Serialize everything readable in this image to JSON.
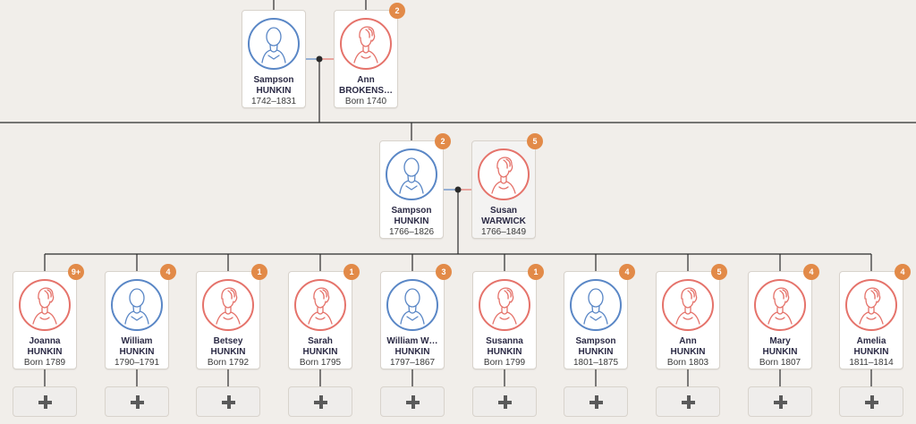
{
  "colors": {
    "male": "#5a87c6",
    "female": "#e5736b",
    "badge": "#e28a48",
    "line": "#2b2b2b",
    "background": "#f1eeea"
  },
  "icons": {
    "avatar_male": "male-silhouette-icon",
    "avatar_female": "female-silhouette-icon",
    "add": "plus-icon"
  },
  "grandparents": [
    {
      "first": "Sampson",
      "last": "HUNKIN",
      "dates": "1742–1831",
      "gender": "male",
      "badge": ""
    },
    {
      "first": "Ann",
      "last": "BROKENS…",
      "dates": "Born 1740",
      "gender": "female",
      "badge": "2"
    }
  ],
  "parents": [
    {
      "first": "Sampson",
      "last": "HUNKIN",
      "dates": "1766–1826",
      "gender": "male",
      "badge": "2"
    },
    {
      "first": "Susan",
      "last": "WARWICK",
      "dates": "1766–1849",
      "gender": "female",
      "badge": "5"
    }
  ],
  "children": [
    {
      "first": "Joanna",
      "last": "HUNKIN",
      "dates": "Born 1789",
      "gender": "female",
      "badge": "9+"
    },
    {
      "first": "William",
      "last": "HUNKIN",
      "dates": "1790–1791",
      "gender": "male",
      "badge": "4"
    },
    {
      "first": "Betsey",
      "last": "HUNKIN",
      "dates": "Born 1792",
      "gender": "female",
      "badge": "1"
    },
    {
      "first": "Sarah",
      "last": "HUNKIN",
      "dates": "Born 1795",
      "gender": "female",
      "badge": "1"
    },
    {
      "first": "William W…",
      "last": "HUNKIN",
      "dates": "1797–1867",
      "gender": "male",
      "badge": "3"
    },
    {
      "first": "Susanna",
      "last": "HUNKIN",
      "dates": "Born 1799",
      "gender": "female",
      "badge": "1"
    },
    {
      "first": "Sampson",
      "last": "HUNKIN",
      "dates": "1801–1875",
      "gender": "male",
      "badge": "4"
    },
    {
      "first": "Ann",
      "last": "HUNKIN",
      "dates": "Born 1803",
      "gender": "female",
      "badge": "5"
    },
    {
      "first": "Mary",
      "last": "HUNKIN",
      "dates": "Born 1807",
      "gender": "female",
      "badge": "4"
    },
    {
      "first": "Amelia",
      "last": "HUNKIN",
      "dates": "1811–1814",
      "gender": "female",
      "badge": "4"
    }
  ]
}
